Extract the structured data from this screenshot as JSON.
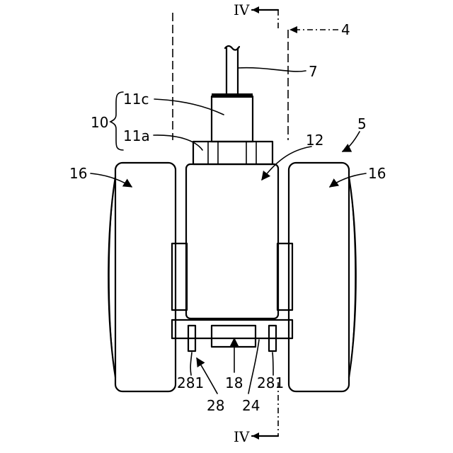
{
  "labels": {
    "section_top": "IV",
    "section_bottom": "IV",
    "ref_4": "4",
    "ref_5": "5",
    "ref_7": "7",
    "ref_10": "10",
    "ref_11c": "11c",
    "ref_11a": "11a",
    "ref_12": "12",
    "ref_16_left": "16",
    "ref_16_right": "16",
    "ref_281_left": "281",
    "ref_281_right": "281",
    "ref_18": "18",
    "ref_28": "28",
    "ref_24": "24"
  }
}
